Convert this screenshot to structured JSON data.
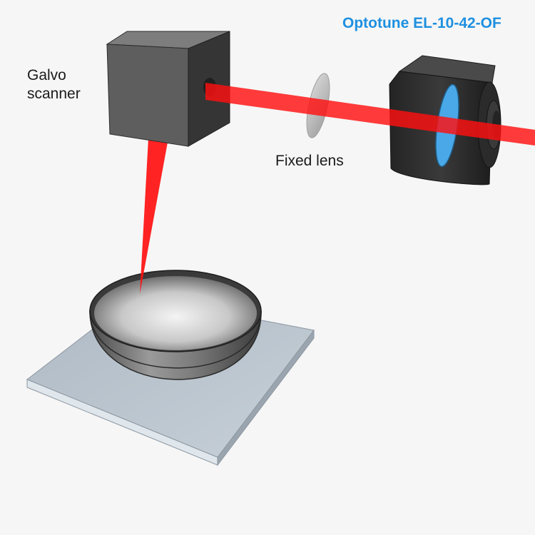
{
  "labels": {
    "galvo_line1": "Galvo",
    "galvo_line2": "scanner",
    "fixed_lens": "Fixed lens",
    "optotune": "Optotune EL-10-42-OF"
  },
  "colors": {
    "background": "#f6f6f6",
    "laser": "#ff1010",
    "optotune_text": "#1e90e0",
    "cube_front": "#5c5c5c",
    "cube_top": "#7b7b7b",
    "cube_side": "#333333",
    "tunable_lens": "#4aa8e8",
    "plate": "#b9c4cf",
    "bowl": "#8a8a8a"
  }
}
